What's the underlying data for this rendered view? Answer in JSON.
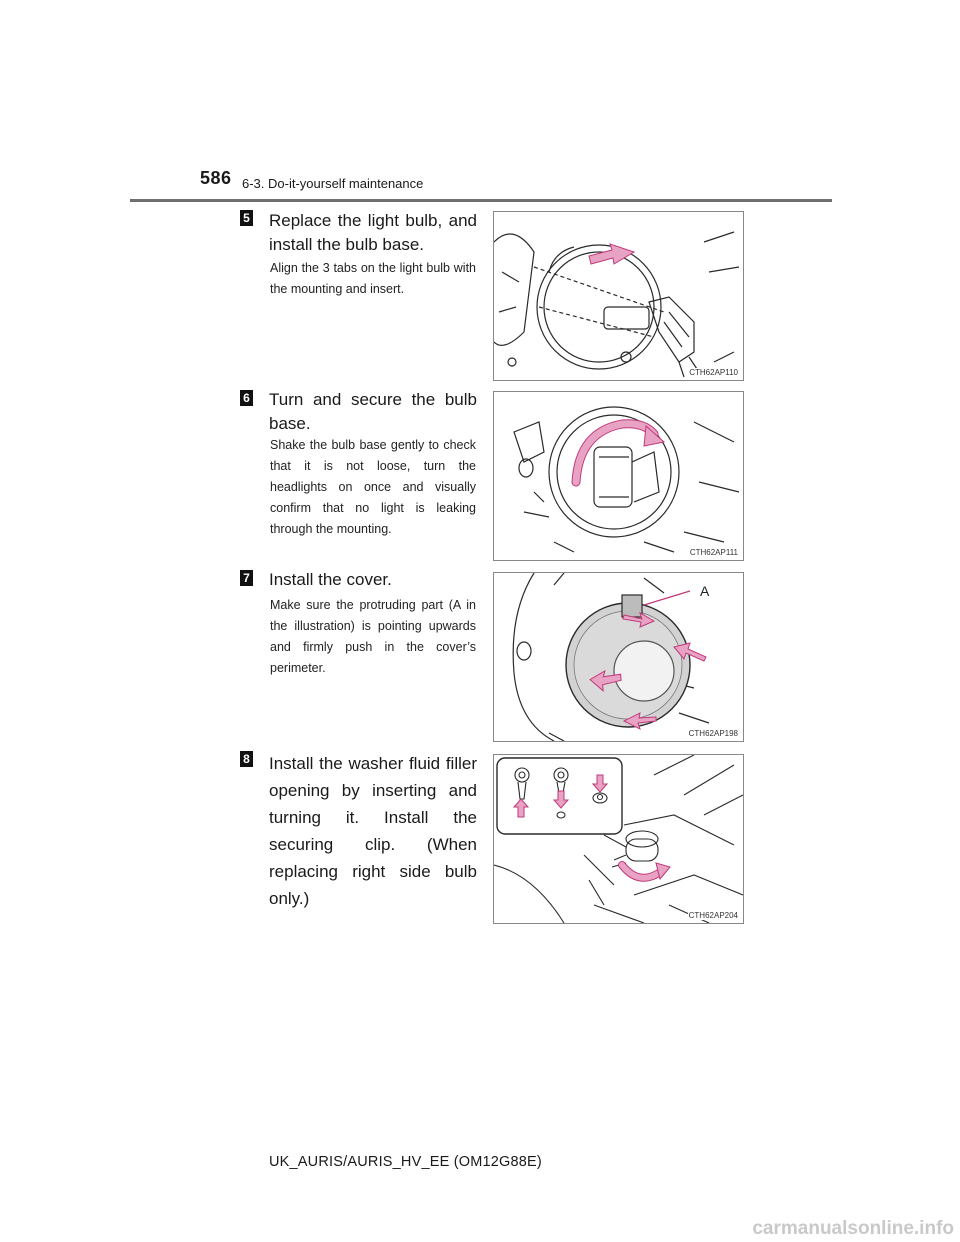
{
  "header": {
    "page_number": "586",
    "section": "6-3. Do-it-yourself maintenance"
  },
  "steps": [
    {
      "number": "5",
      "title": "Replace the light bulb, and install the bulb base.",
      "note": "Align the 3 tabs on the light bulb with the mounting and insert.",
      "figure_code": "CTH62AP110",
      "icon": "headlight-bulb-insert-illustration"
    },
    {
      "number": "6",
      "title": "Turn and secure the bulb base.",
      "note": "Shake the bulb base gently to check that it is not loose, turn the headlights on once and visually confirm that no light is leaking through the mounting.",
      "figure_code": "CTH62AP111",
      "icon": "bulb-base-rotate-illustration"
    },
    {
      "number": "7",
      "title": "Install the cover.",
      "note": "Make sure the protruding part (A in the illustration) is pointing upwards and firmly push in the cover’s perimeter.",
      "figure_code": "CTH62AP198",
      "figure_label": "A",
      "icon": "headlight-cover-install-illustration"
    },
    {
      "number": "8",
      "title": "Install the washer fluid filler opening by inserting and turning it. Install the securing clip. (When replacing right side bulb only.)",
      "note": "",
      "figure_code": "CTH62AP204",
      "icon": "washer-filler-clip-illustration"
    }
  ],
  "footer": {
    "doc_code": "UK_AURIS/AURIS_HV_EE (OM12G88E)",
    "watermark": "carmanualsonline.info"
  },
  "colors": {
    "arrow_pink": "#e8a3c4",
    "arrow_stroke": "#c0397a",
    "line_art": "#2a2a2a",
    "rule": "#6f6f6f"
  }
}
